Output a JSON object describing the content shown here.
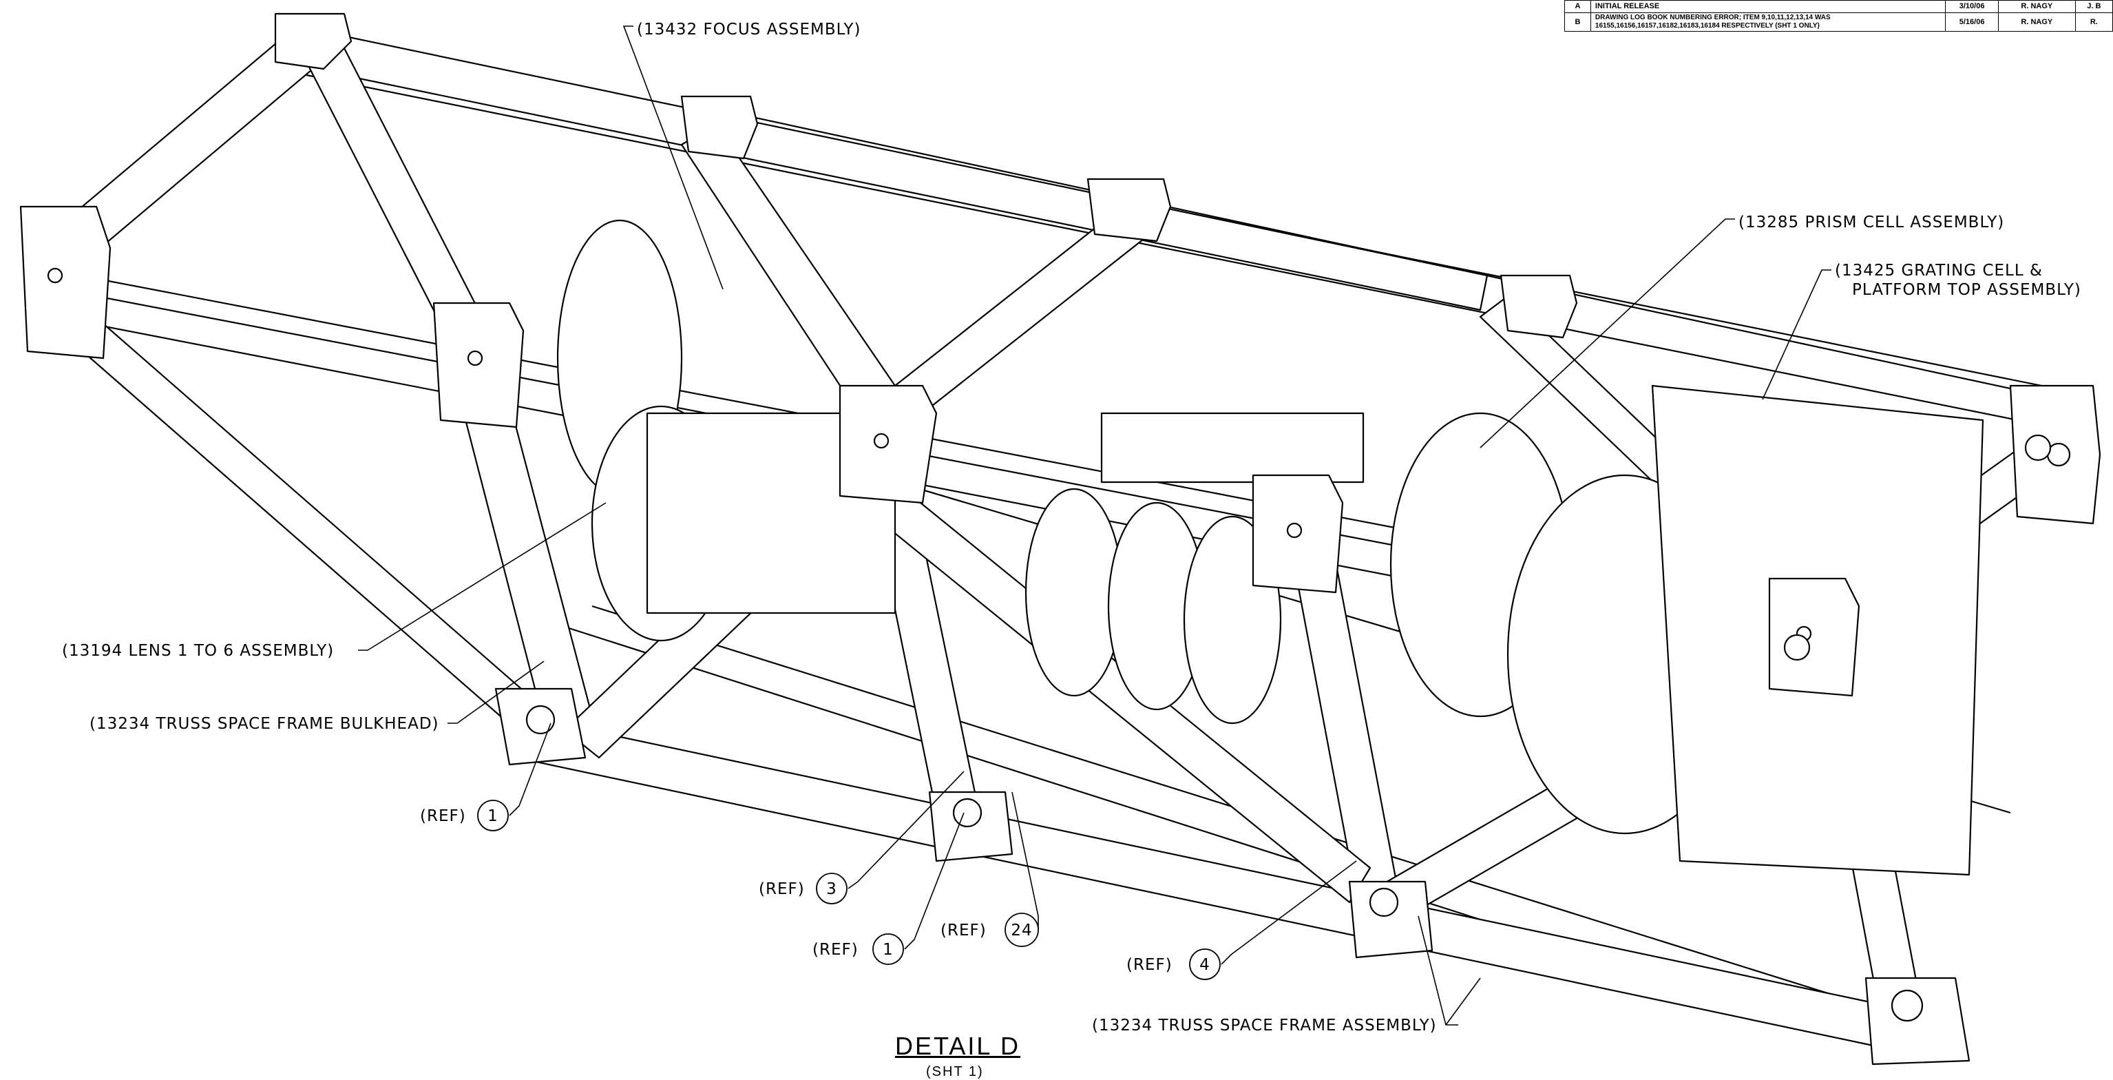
{
  "revision_table": {
    "rows": [
      {
        "rev": "A",
        "description": "INITIAL RELEASE",
        "date": "3/10/06",
        "by": "R. NAGY",
        "appr": "J. B"
      },
      {
        "rev": "B",
        "description": "DRAWING LOG BOOK NUMBERING ERROR; ITEM 9,10,11,12,13,14 WAS 16155,16156,16157,16182,16183,16184 RESPECTIVELY (SHT 1 ONLY)",
        "date": "5/16/06",
        "by": "R. NAGY",
        "appr": "R."
      }
    ]
  },
  "labels": {
    "focus": "(13432 FOCUS ASSEMBLY)",
    "prism": "(13285 PRISM CELL ASSEMBLY)",
    "grating_1": "(13425 GRATING CELL &",
    "grating_2": "PLATFORM TOP ASSEMBLY)",
    "lens": "(13194 LENS 1 TO 6 ASSEMBLY)",
    "bulkhead": "(13234 TRUSS SPACE FRAME BULKHEAD)",
    "frame_assy": "(13234 TRUSS SPACE FRAME ASSEMBLY)"
  },
  "callouts": [
    {
      "ref": "(REF)",
      "num": "1"
    },
    {
      "ref": "(REF)",
      "num": "3"
    },
    {
      "ref": "(REF)",
      "num": "1"
    },
    {
      "ref": "(REF)",
      "num": "24"
    },
    {
      "ref": "(REF)",
      "num": "4"
    }
  ],
  "detail": {
    "title": "DETAIL D",
    "sheet": "(SHT 1)"
  }
}
